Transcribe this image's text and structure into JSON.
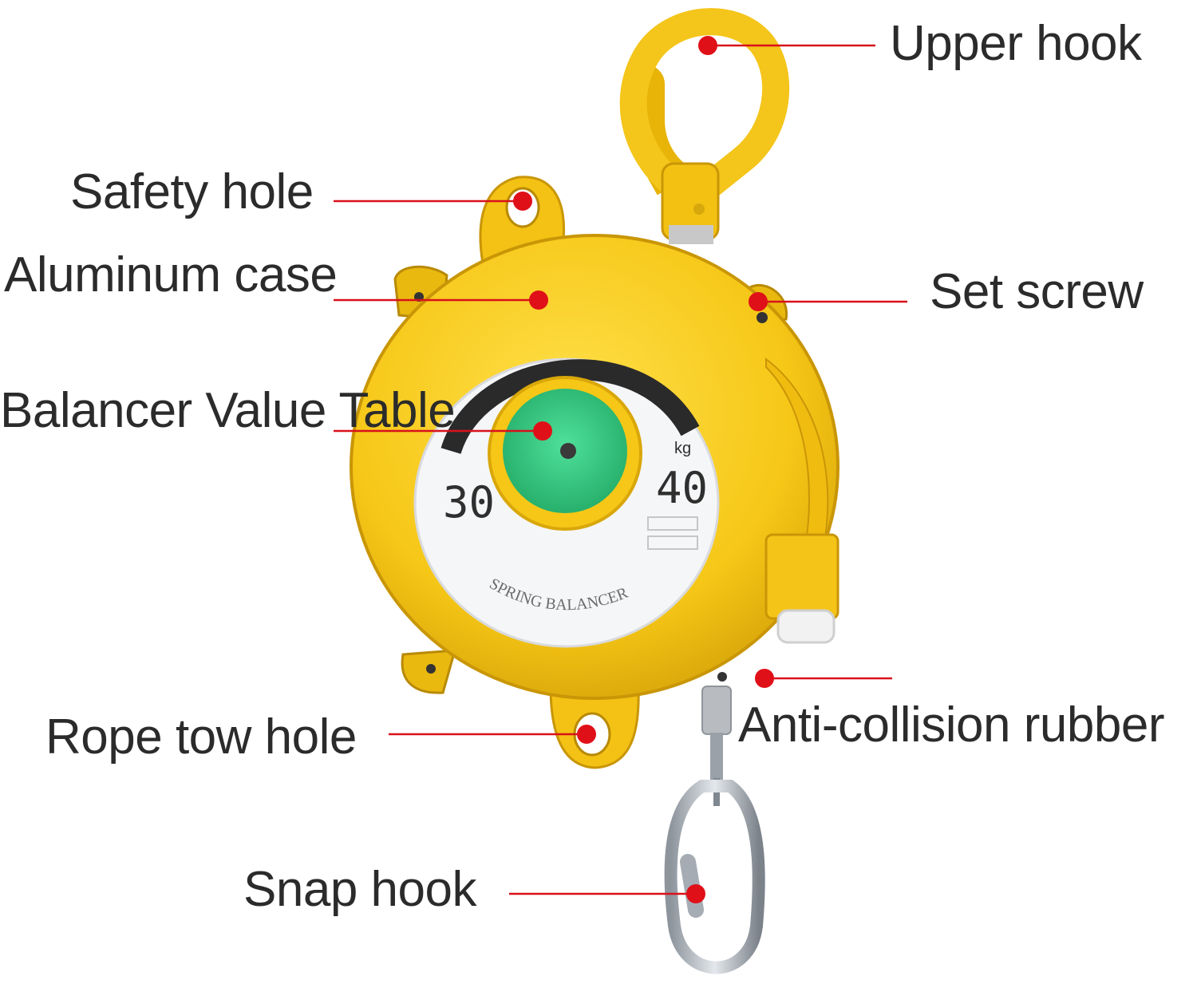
{
  "colors": {
    "body_yellow": "#f6c717",
    "body_shadow": "#d9a70a",
    "dial_green": "#35c67f",
    "leader_red": "#d9111a",
    "label_text": "#2b2b2b"
  },
  "labels": {
    "upper_hook": "Upper hook",
    "safety_hole": "Safety hole",
    "aluminum_case": "Aluminum case",
    "set_screw": "Set screw",
    "value_table": "Balancer Value Table",
    "rope_tow_hole": "Rope tow hole",
    "anti_collision": "Anti-collision rubber",
    "snap_hook": "Snap hook"
  },
  "dial": {
    "min_value": "30",
    "max_value": "40",
    "unit": "kg",
    "brand_text": "SPRING BALANCER"
  },
  "icons": [
    "upper-hook-icon",
    "spring-balancer-icon",
    "snap-hook-icon"
  ]
}
